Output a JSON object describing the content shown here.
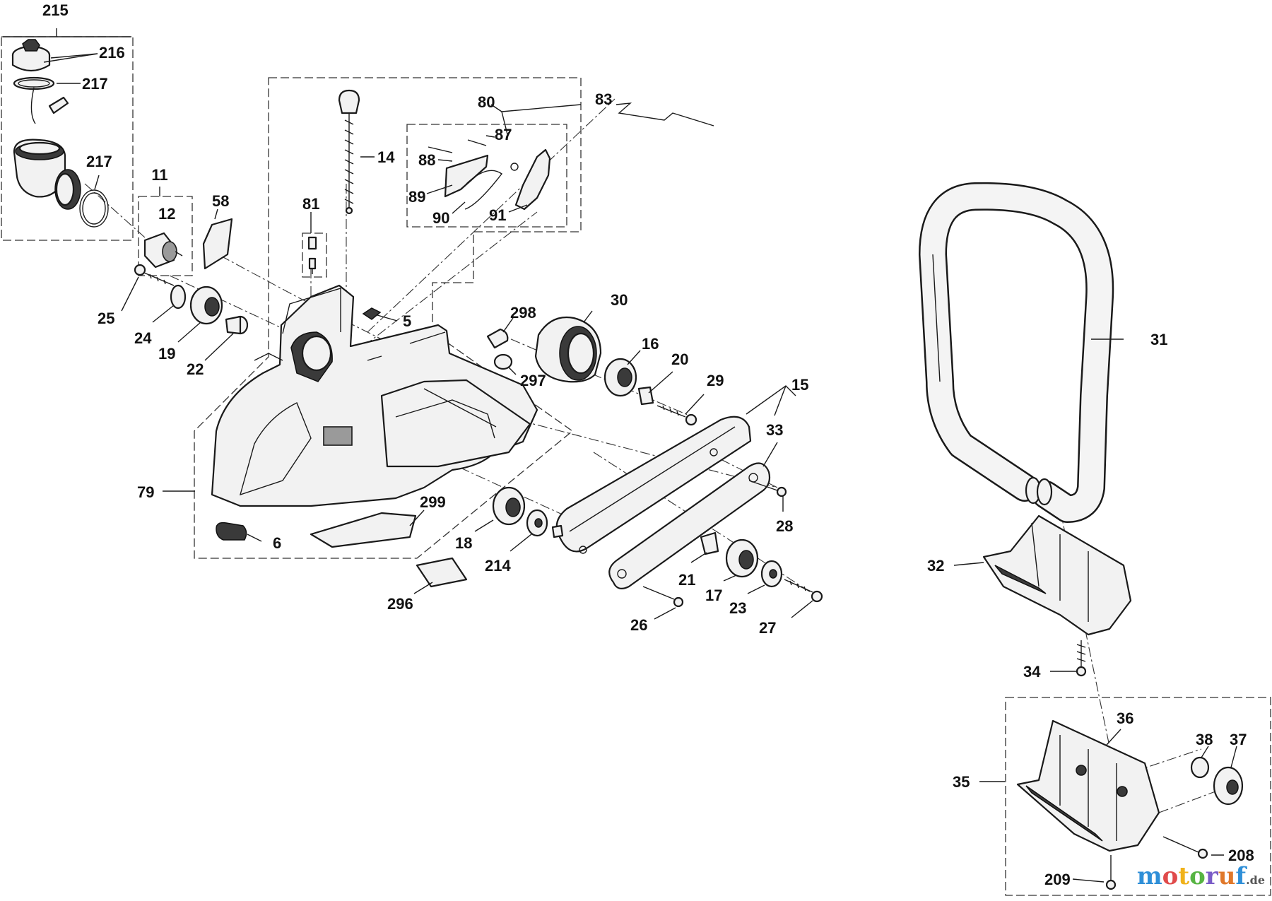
{
  "watermark": {
    "letters": [
      "m",
      "o",
      "t",
      "o",
      "r",
      "u",
      "f"
    ],
    "letter_colors": [
      "#2f8fd8",
      "#e04b4b",
      "#f0b21a",
      "#57b443",
      "#7a5cc7",
      "#e0782a",
      "#2f8fd8"
    ],
    "suffix": ".de"
  },
  "callouts": {
    "c215": "215",
    "c216": "216",
    "c217a": "217",
    "c217b": "217",
    "c11": "11",
    "c12": "12",
    "c58": "58",
    "c81": "81",
    "c14": "14",
    "c80": "80",
    "c83": "83",
    "c87": "87",
    "c88": "88",
    "c89": "89",
    "c90": "90",
    "c91": "91",
    "c25": "25",
    "c24": "24",
    "c19": "19",
    "c22": "22",
    "c5": "5",
    "c298": "298",
    "c297": "297",
    "c30": "30",
    "c16": "16",
    "c20": "20",
    "c29": "29",
    "c15": "15",
    "c33": "33",
    "c28": "28",
    "c79": "79",
    "c299": "299",
    "c6": "6",
    "c18": "18",
    "c214": "214",
    "c296": "296",
    "c21": "21",
    "c17": "17",
    "c23": "23",
    "c26": "26",
    "c27": "27",
    "c31": "31",
    "c32": "32",
    "c34": "34",
    "c35": "35",
    "c36": "36",
    "c38": "38",
    "c37": "37",
    "c208": "208",
    "c209": "209"
  }
}
